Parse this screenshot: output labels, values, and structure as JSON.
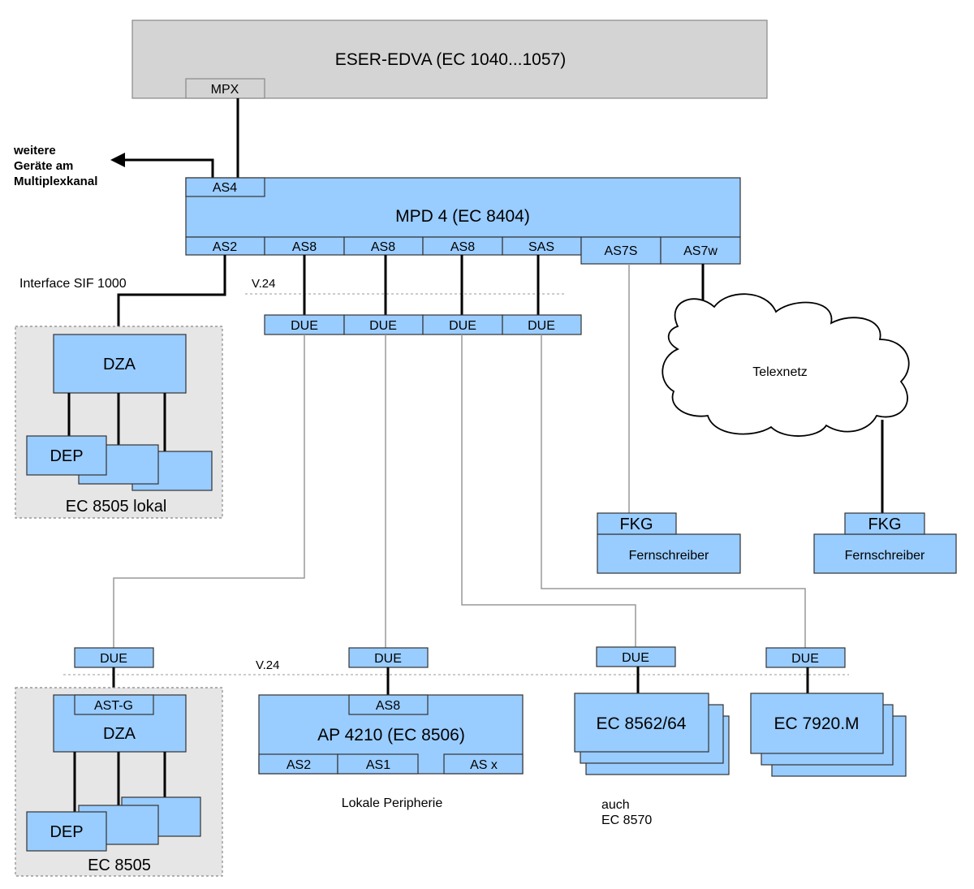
{
  "host": {
    "title": "ESER-EDVA  (EC 1040...1057)",
    "mpx": "MPX"
  },
  "side_note": {
    "line1": "weitere",
    "line2": "Geräte am",
    "line3": "Multiplexkanal"
  },
  "mpd": {
    "title": "MPD 4  (EC 8404)",
    "as4": "AS4",
    "ports": [
      "AS2",
      "AS8",
      "AS8",
      "AS8",
      "SAS",
      "AS7S",
      "AS7w"
    ]
  },
  "interface_label": "Interface SIF 1000",
  "v24_top": "V.24",
  "v24_bottom": "V.24",
  "due_top": [
    "DUE",
    "DUE",
    "DUE",
    "DUE"
  ],
  "local_group": {
    "dza": "DZA",
    "dep": "DEP",
    "caption": "EC 8505 lokal"
  },
  "telex": {
    "label": "Telexnetz"
  },
  "fkg_left": {
    "fkg": "FKG",
    "device": "Fernschreiber"
  },
  "fkg_right": {
    "fkg": "FKG",
    "device": "Fernschreiber"
  },
  "due_bottom": [
    "DUE",
    "DUE",
    "DUE",
    "DUE"
  ],
  "remote_group": {
    "astg": "AST-G",
    "dza": "DZA",
    "dep": "DEP",
    "caption": "EC 8505"
  },
  "ap": {
    "as8": "AS8",
    "title": "AP 4210  (EC 8506)",
    "as2": "AS2",
    "as1": "AS1",
    "asx": "AS x"
  },
  "local_periph": "Lokale Peripherie",
  "ec8562": {
    "title": "EC 8562/64",
    "note1": "auch",
    "note2": "EC 8570"
  },
  "ec7920": {
    "title": "EC 7920.M"
  }
}
